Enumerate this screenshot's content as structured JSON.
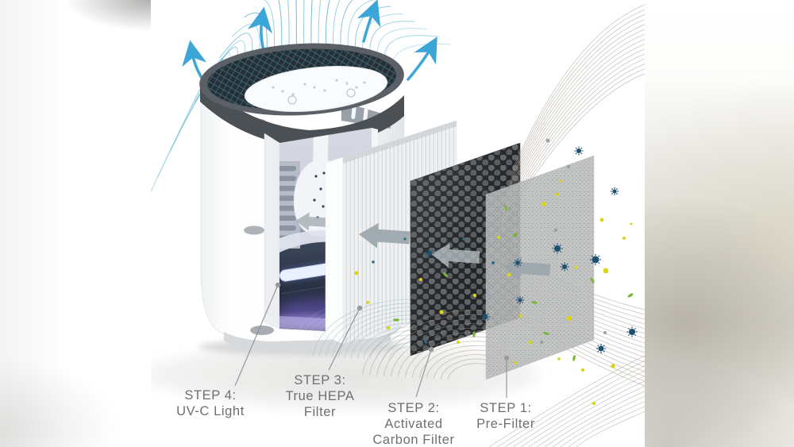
{
  "labels": {
    "step4": {
      "lines": [
        "STEP 4:",
        "UV-C Light"
      ]
    },
    "step3": {
      "lines": [
        "STEP 3:",
        "True HEPA",
        "Filter"
      ]
    },
    "step2": {
      "lines": [
        "STEP 2:",
        "Activated",
        "Carbon Filter"
      ]
    },
    "step1": {
      "lines": [
        "STEP 1:",
        "Pre-Filter"
      ]
    }
  },
  "colors": {
    "label_text": "#6f6f6f",
    "airflow_blue": "#3da6d8",
    "swirl_teal": "#4aa9c9",
    "arrow_grey": "#9aa5ab",
    "uv_glow_purple": "#7e63d8",
    "carbon_black": "#222427",
    "hepa_white": "#f3f4f6",
    "prefilter_grey": "#c4c6c8",
    "streamline_tan": "#a89f92",
    "particle_yellow": "#d9d414",
    "particle_green": "#7cb53e",
    "particle_virus_navy": "#1d4f6e"
  }
}
